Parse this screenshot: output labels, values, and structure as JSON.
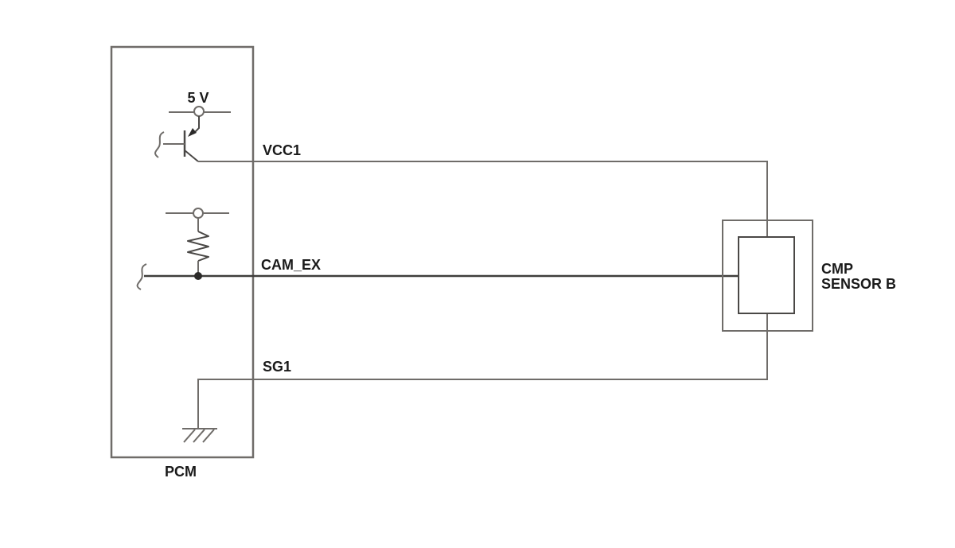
{
  "diagram": {
    "type": "automotive-wiring-schematic",
    "pcm": {
      "label": "PCM"
    },
    "sensor": {
      "label_line1": "CMP",
      "label_line2": "SENSOR B"
    },
    "supply": {
      "label": "5 V"
    },
    "wires": [
      {
        "name": "VCC1"
      },
      {
        "name": "CAM_EX"
      },
      {
        "name": "SG1"
      }
    ],
    "components": [
      "5v-supply-terminal",
      "pnp-transistor",
      "pullup-terminal",
      "resistor",
      "junction-dot",
      "chassis-ground"
    ],
    "colors": {
      "line": "#6f6c69",
      "wire_dark": "#3f3d3b",
      "text": "#1a1a1a",
      "background": "#ffffff"
    }
  }
}
